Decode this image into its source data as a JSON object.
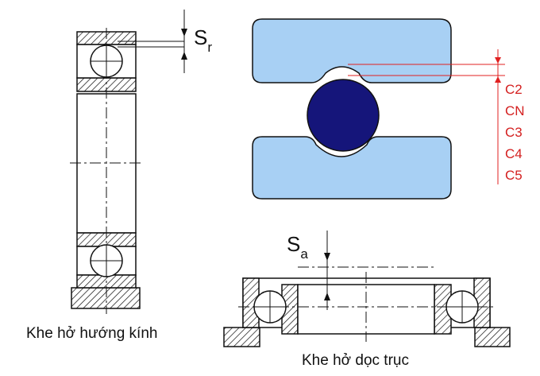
{
  "labels": {
    "radial_symbol": "S",
    "radial_subscript": "r",
    "axial_symbol": "S",
    "axial_subscript": "a",
    "radial_caption": "Khe hở hướng kính",
    "axial_caption": "Khe hở dọc trục"
  },
  "clearance_classes": [
    "C2",
    "CN",
    "C3",
    "C4",
    "C5"
  ],
  "colors": {
    "ring_fill": "#a8d0f4",
    "ball_fill": "#15157a",
    "clearance_marker": "#e02020",
    "line": "#111111"
  }
}
